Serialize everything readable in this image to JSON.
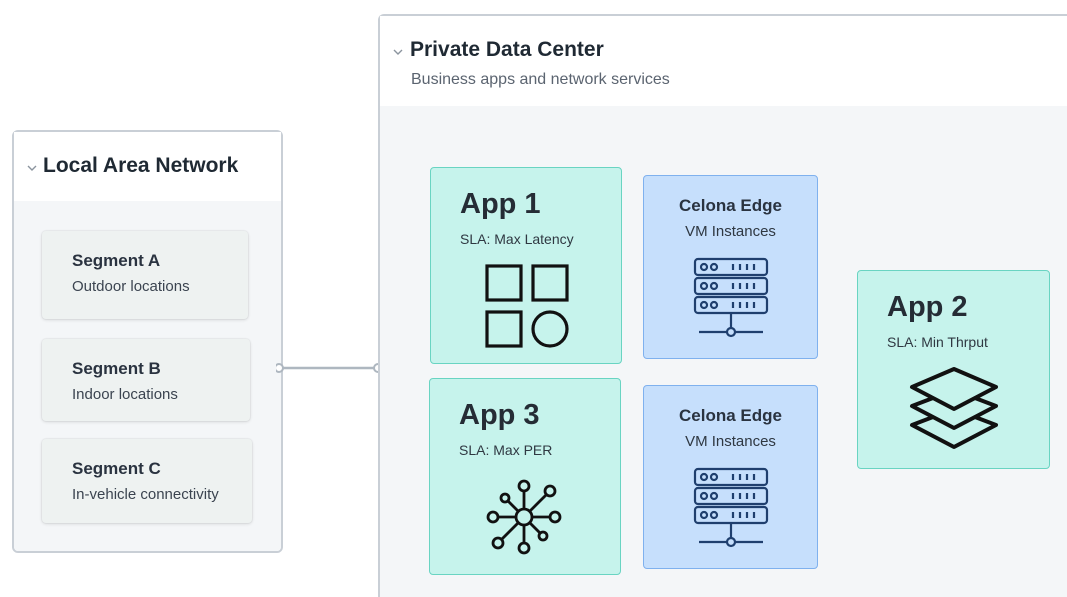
{
  "lan": {
    "title": "Local Area Network",
    "segments": [
      {
        "title": "Segment A",
        "subtitle": "Outdoor locations"
      },
      {
        "title": "Segment B",
        "subtitle": "Indoor locations"
      },
      {
        "title": "Segment C",
        "subtitle": "In-vehicle connectivity"
      }
    ]
  },
  "datacenter": {
    "title": "Private Data Center",
    "subtitle": "Business apps and network services",
    "apps": [
      {
        "title": "App 1",
        "sla": "SLA: Max Latency",
        "icon": "apps-grid-icon"
      },
      {
        "title": "App 3",
        "sla": "SLA: Max PER",
        "icon": "network-hub-icon"
      },
      {
        "title": "App 2",
        "sla": "SLA: Min Thrput",
        "icon": "layers-icon"
      }
    ],
    "edges": [
      {
        "title": "Celona Edge",
        "subtitle": "VM Instances",
        "icon": "server-rack-icon"
      },
      {
        "title": "Celona Edge",
        "subtitle": "VM Instances",
        "icon": "server-rack-icon"
      }
    ]
  },
  "colors": {
    "app_fill": "#c6f3ec",
    "app_border": "#69d4c2",
    "edge_fill": "#c6dffc",
    "edge_border": "#7fb1ee",
    "panel_border": "#c9cfd6",
    "connector": "#aeb7c0"
  }
}
